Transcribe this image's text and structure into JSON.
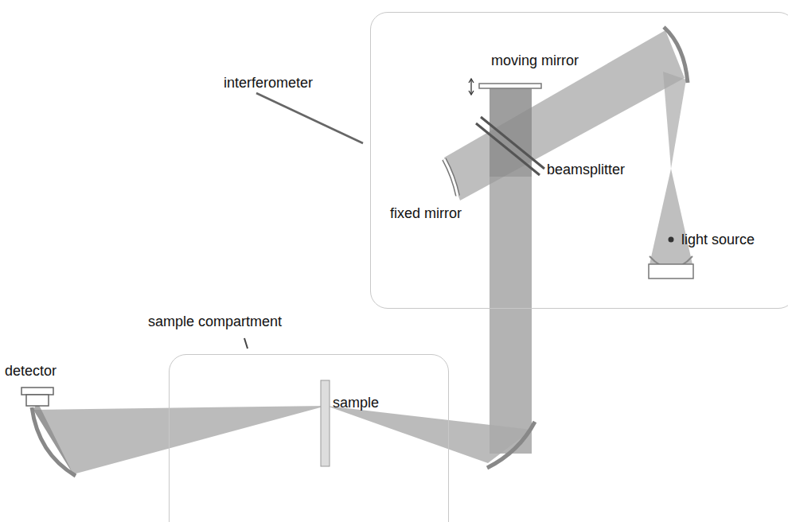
{
  "diagram": {
    "nodes": [
      {
        "text": [
          "interferometer"
        ]
      },
      {
        "text": [
          "sample compartment"
        ]
      }
    ],
    "labels": [
      "moving mirror",
      "fixed mirror",
      "beamsplitter",
      "light source",
      "detector",
      "sample"
    ]
  }
}
